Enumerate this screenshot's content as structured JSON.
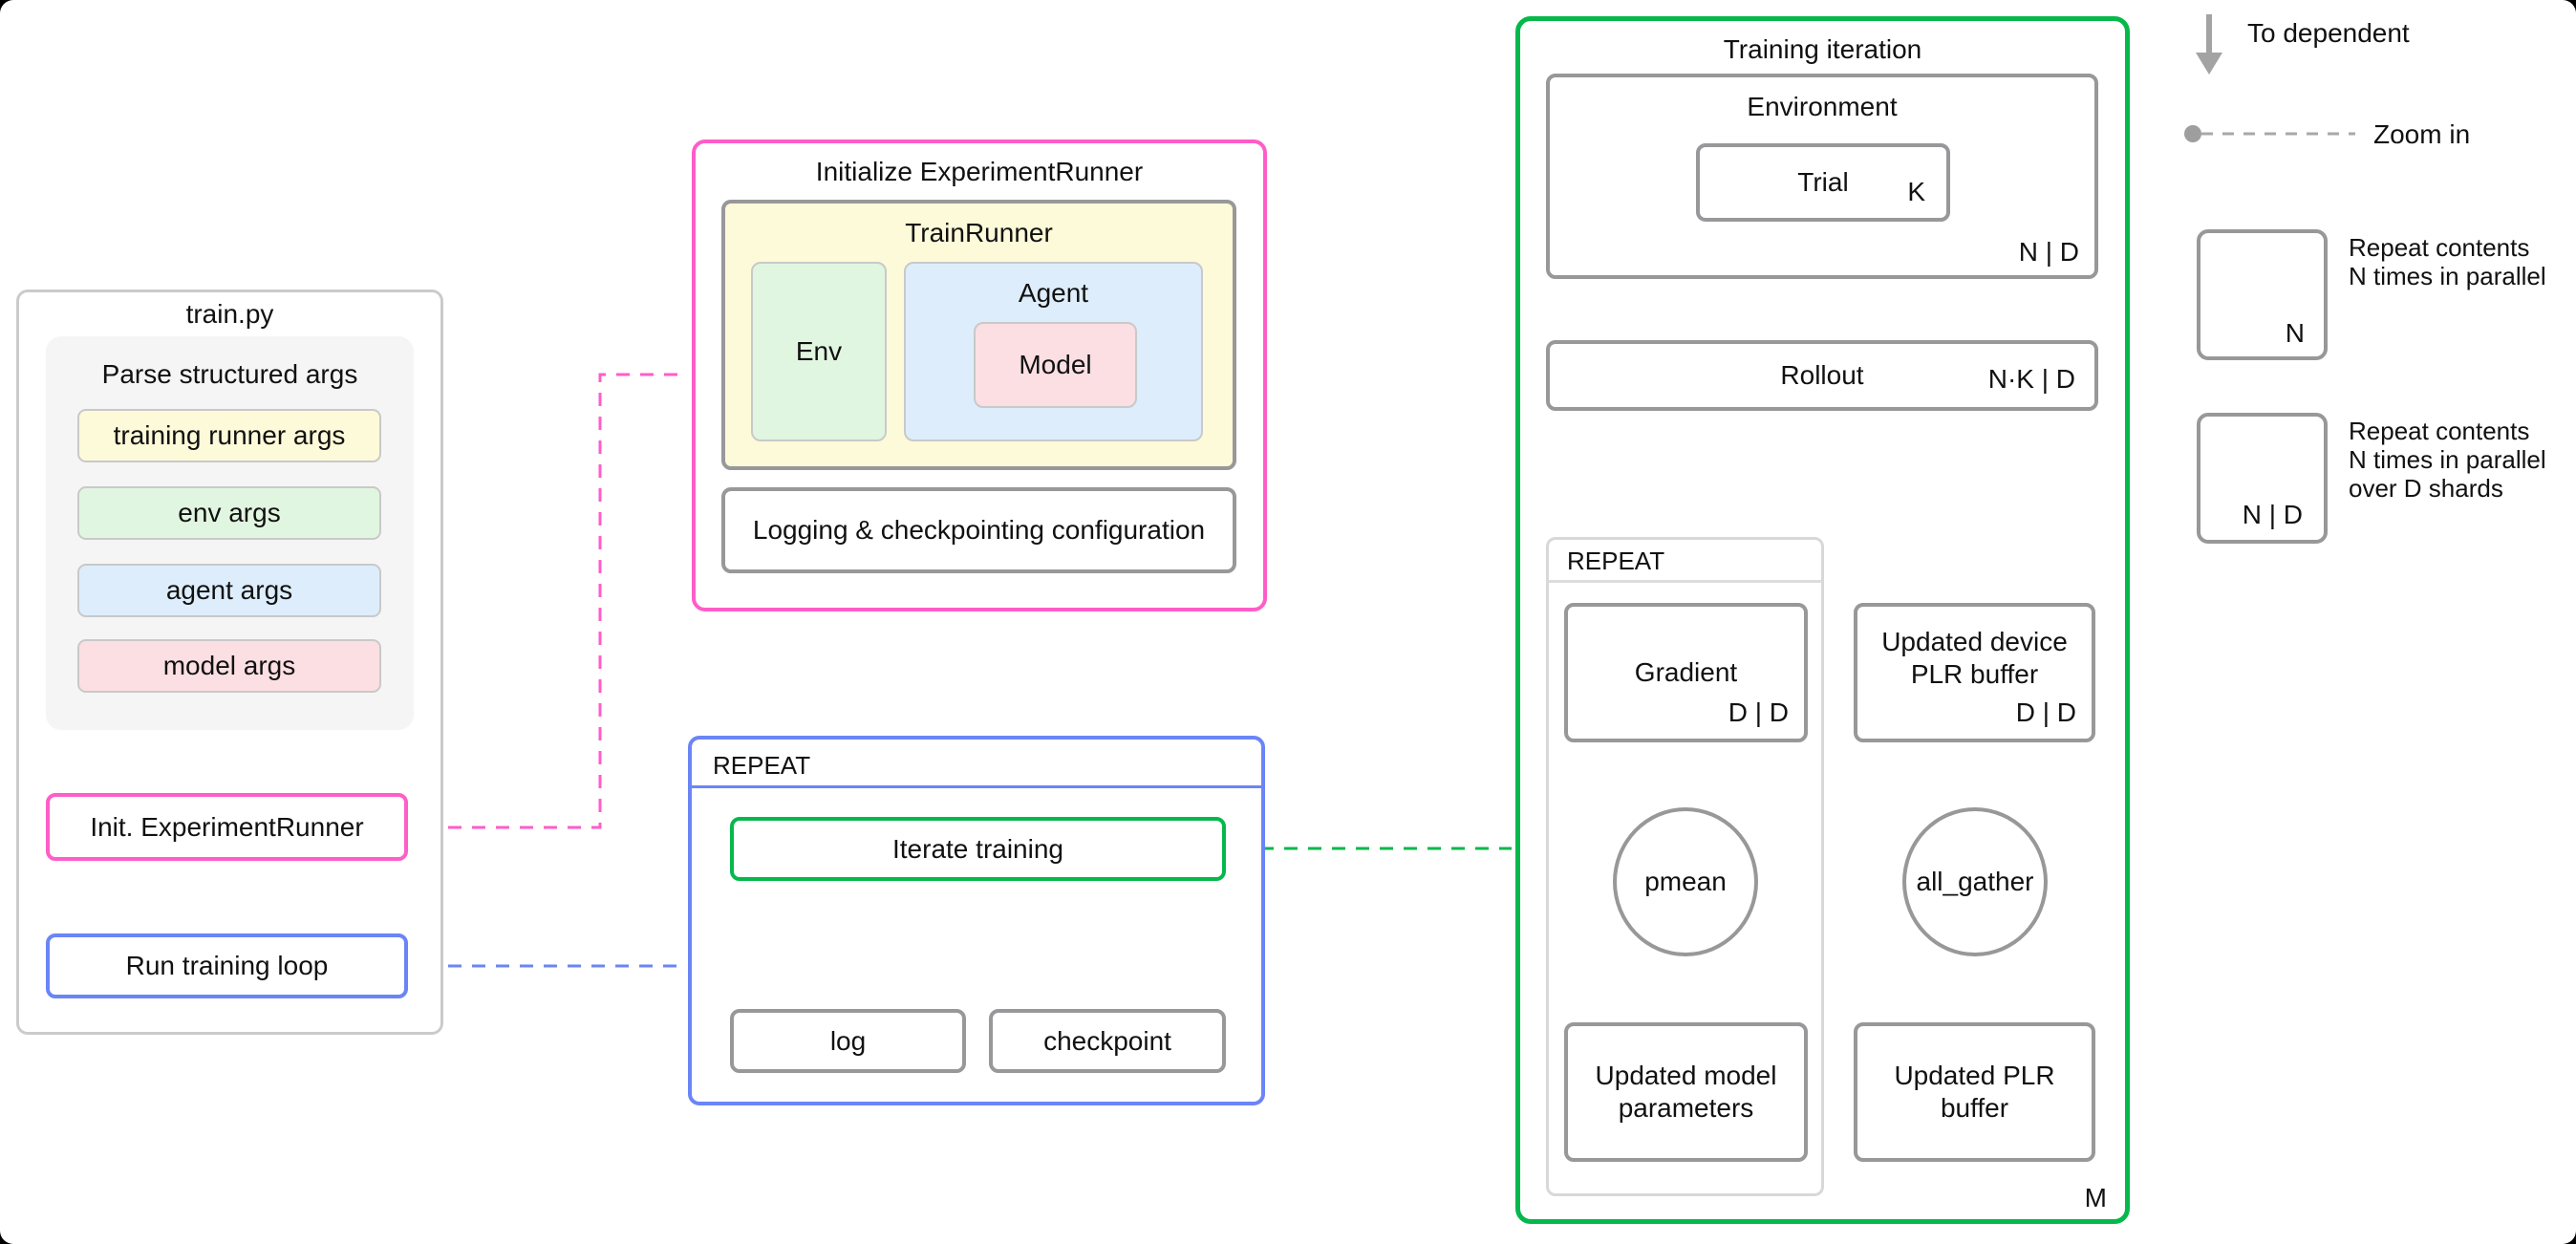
{
  "colors": {
    "pink": "#ff5dc8",
    "blue": "#6b85f6",
    "green": "#06b84c",
    "box_border_gray": "#98989a",
    "inner_repeat_border": "#d8d8d8",
    "arrow_gray": "#a3a3a3",
    "yellow_bg": "#fcfad8",
    "green_bg": "#e1f6e0",
    "blue_bg": "#deedfb",
    "pink_bg": "#fbdfe3",
    "panel_bg": "#f5f5f6"
  },
  "train_py": {
    "title": "train.py",
    "parse": {
      "title": "Parse structured args",
      "args": [
        {
          "label": "training runner args"
        },
        {
          "label": "env args"
        },
        {
          "label": "agent args"
        },
        {
          "label": "model args"
        }
      ]
    },
    "init_runner_label": "Init. ExperimentRunner",
    "run_loop_label": "Run training loop"
  },
  "initialize_runner": {
    "title": "Initialize ExperimentRunner",
    "train_runner": {
      "title": "TrainRunner",
      "env_label": "Env",
      "agent_label": "Agent",
      "model_label": "Model"
    },
    "logging_label": "Logging & checkpointing configuration"
  },
  "training_loop": {
    "repeat_header": "REPEAT",
    "iterate_label": "Iterate training",
    "log_label": "log",
    "checkpoint_label": "checkpoint"
  },
  "training_iteration": {
    "title": "Training iteration",
    "environment": {
      "title": "Environment",
      "trial_label": "Trial",
      "trial_badge": "K",
      "badge": "N | D"
    },
    "rollout": {
      "label": "Rollout",
      "badge": "N·K | D"
    },
    "repeat": {
      "header": "REPEAT",
      "gradient_label": "Gradient",
      "gradient_badge": "D | D",
      "pmean_label": "pmean",
      "updated_params_label": "Updated model\nparameters"
    },
    "plr": {
      "buffer_label": "Updated device\nPLR buffer",
      "buffer_badge": "D | D",
      "all_gather_label": "all_gather",
      "updated_label": "Updated PLR\nbuffer"
    },
    "badge": "M"
  },
  "legend": {
    "to_dependent": "To dependent",
    "zoom_in": "Zoom in",
    "repeat_parallel": {
      "badge": "N",
      "caption": "Repeat contents\nN times in parallel"
    },
    "repeat_shards": {
      "badge": "N | D",
      "caption": "Repeat contents\nN times in parallel\nover D shards"
    }
  }
}
